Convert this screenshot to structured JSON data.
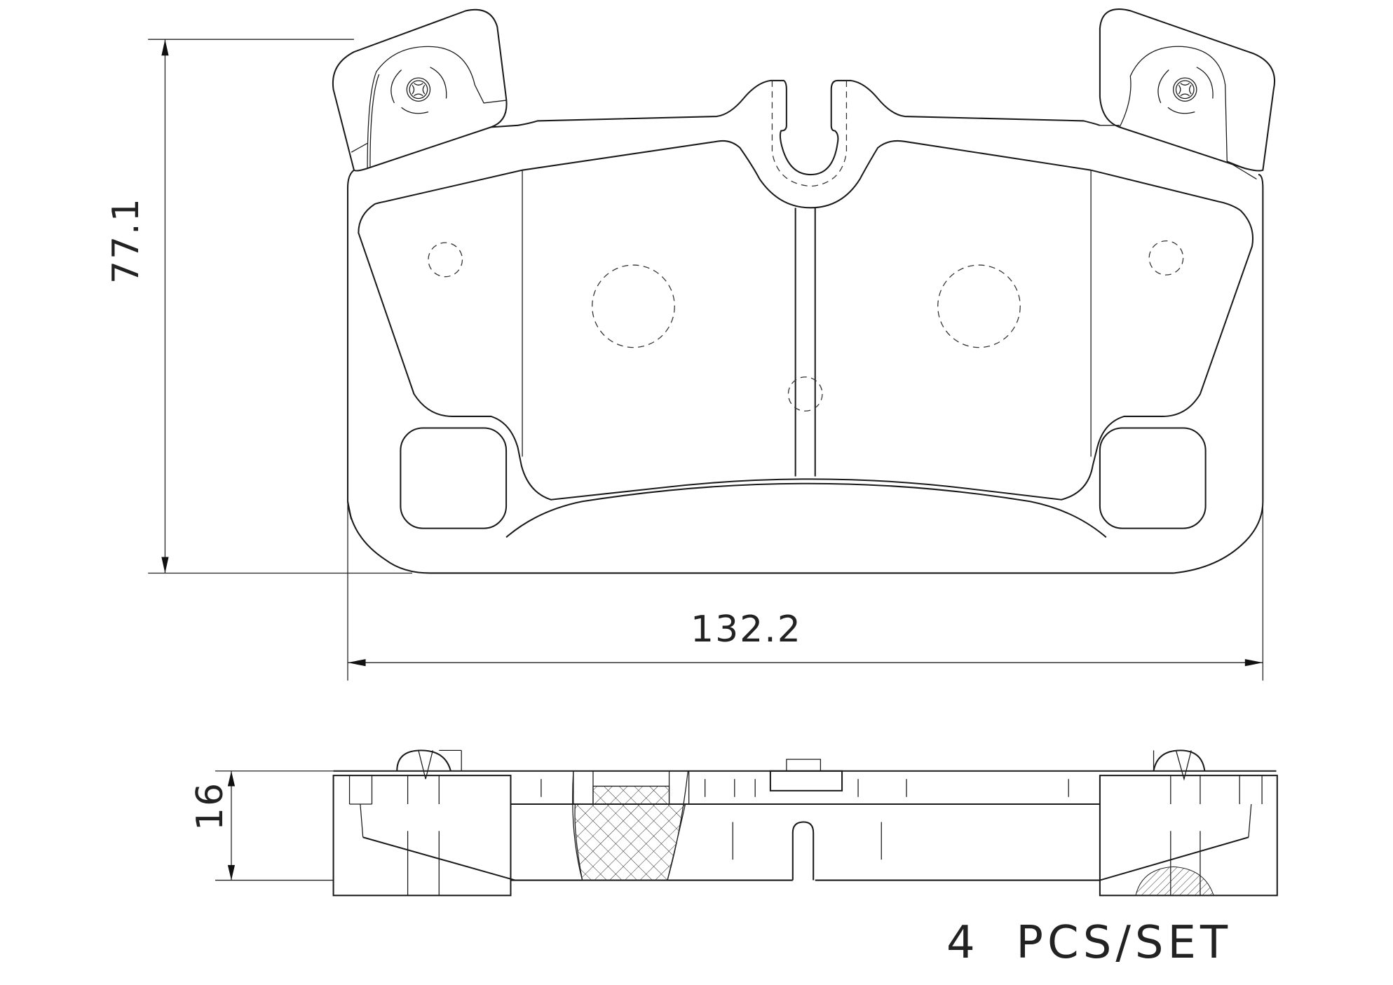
{
  "drawing": {
    "title": "Brake pad technical drawing",
    "dimensions": {
      "height": "77.1",
      "width": "132.2",
      "thickness": "16"
    },
    "note": "4  PCS/SET",
    "colors": {
      "line": "#1a1a1a",
      "background": "#ffffff"
    }
  }
}
